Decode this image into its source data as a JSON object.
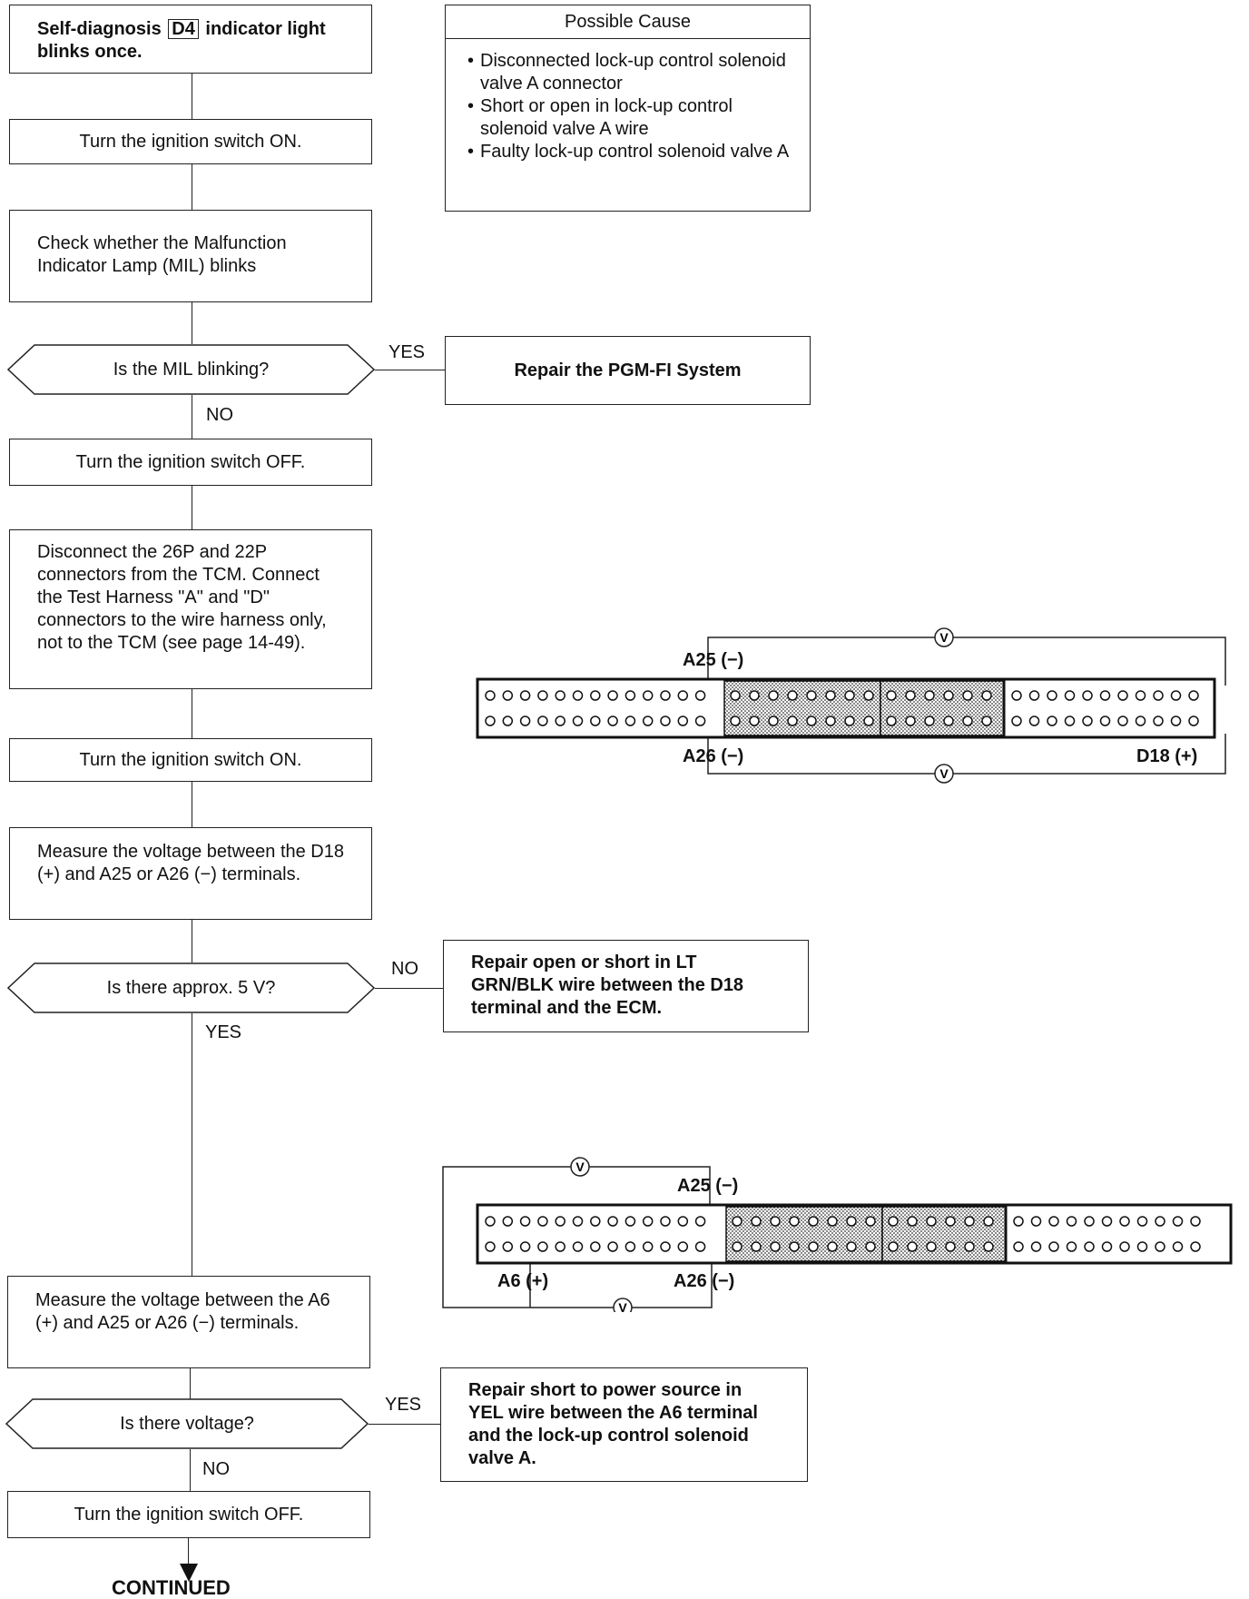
{
  "flow": {
    "start": {
      "pre": "Self-diagnosis",
      "tag": "D4",
      "post": "indicator light",
      "line2": "blinks once."
    },
    "step1": "Turn the ignition switch ON.",
    "step2": "Check whether the Malfunction Indicator Lamp (MIL) blinks",
    "decision1": "Is the MIL blinking?",
    "decision1_yes": "YES",
    "decision1_no": "NO",
    "repair1": "Repair the PGM-FI System",
    "step3": "Turn the ignition switch OFF.",
    "step4": "Disconnect the 26P and 22P connectors from the TCM. Connect the Test Harness \"A\" and \"D\" connectors to the wire harness only, not to the TCM (see page 14-49).",
    "step5": "Turn the ignition switch ON.",
    "step6": "Measure the voltage between the D18 (+) and A25 or A26 (−) terminals.",
    "decision2": "Is there approx. 5 V?",
    "decision2_no": "NO",
    "decision2_yes": "YES",
    "repair2": "Repair open or short in LT GRN/BLK wire between the D18 terminal and the ECM.",
    "step7": "Measure the voltage between the A6 (+) and A25 or A26 (−) terminals.",
    "decision3": "Is there voltage?",
    "decision3_yes": "YES",
    "decision3_no": "NO",
    "repair3": "Repair short to power source in YEL wire between the A6 terminal and the lock-up control solenoid valve A.",
    "step8": "Turn the ignition switch OFF.",
    "continued": "CONTINUED"
  },
  "possible_cause": {
    "title": "Possible Cause",
    "items": [
      "Disconnected lock-up control solenoid valve A connector",
      "Short or open in lock-up control solenoid valve A wire",
      "Faulty lock-up control solenoid valve A"
    ]
  },
  "connector1": {
    "a25": "A25 (−)",
    "a26": "A26 (−)",
    "d18": "D18 (+)",
    "meter": "V"
  },
  "connector2": {
    "a25": "A25 (−)",
    "a6": "A6 (+)",
    "a26": "A26 (−)",
    "meter": "V"
  }
}
